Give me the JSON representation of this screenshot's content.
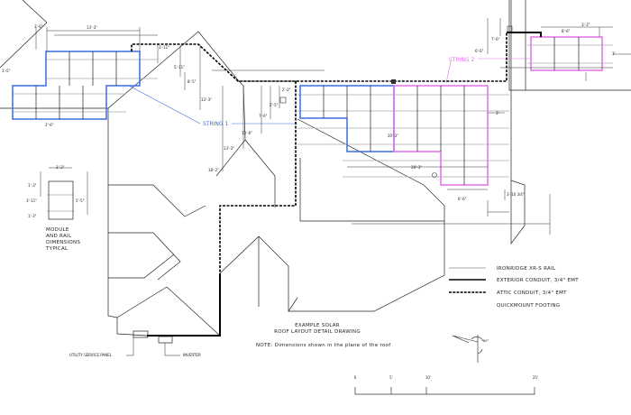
{
  "drawing": {
    "title_line1": "EXAMPLE SOLAR",
    "title_line2": "ROOF LAYOUT DETAIL DRAWING",
    "note": "NOTE: Dimensions shown in the plane of the roof"
  },
  "strings": [
    {
      "label": "STRING 1",
      "color": "#3b6fe0"
    },
    {
      "label": "STRING 2",
      "color": "#e070e8"
    }
  ],
  "module_detail": {
    "lines": [
      "MODULE",
      "AND RAIL",
      "DIMENSIONS",
      "TYPICAL"
    ],
    "dims": [
      "3'-3\"",
      "1'-3\"",
      "3'-11\"",
      "1'-3\"",
      "5'-5\""
    ]
  },
  "equipment": {
    "utility_panel": "UTILITY SERVICE PANEL",
    "inverter": "INVERTER"
  },
  "legend": [
    {
      "label": "IRONRIDGE XR-S RAIL",
      "style": "rail"
    },
    {
      "label": "EXTERIOR CONDUIT, 3/4\" EMT",
      "style": "solid"
    },
    {
      "label": "ATTIC CONDUIT, 3/4\" EMT",
      "style": "dashed"
    },
    {
      "label": "QUICKMOUNT FOOTING",
      "style": "none"
    }
  ],
  "scale_bar": {
    "ticks": [
      "0",
      "5'",
      "10'",
      "25'"
    ]
  },
  "dimensions": [
    "13'-3\"",
    "3'-6\"",
    "1'-5\"",
    "2'-6\"",
    "3'-11\"",
    "5'-11\"",
    "8'-5\"",
    "13'-3\"",
    "2'-2\"",
    "2'-5\"",
    "7'-6\"",
    "13'-6\"",
    "13'-3\"",
    "18'-2\"",
    "20'-3\"",
    "28'-3\"",
    "6'-6\"",
    "3'-10 3/4\"",
    "3'",
    "6'-6\"",
    "3'-3\"",
    "7'-6\"",
    "8'-6\"",
    "3'"
  ],
  "north_arrow": {
    "angle": "80°"
  }
}
